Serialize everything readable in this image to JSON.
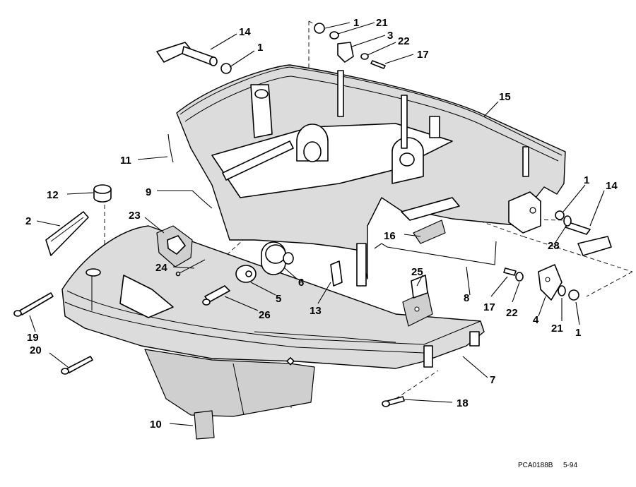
{
  "callouts": [
    {
      "id": "c14a",
      "label": "14"
    },
    {
      "id": "c1a",
      "label": "1"
    },
    {
      "id": "c1b",
      "label": "1"
    },
    {
      "id": "c21a",
      "label": "21"
    },
    {
      "id": "c3",
      "label": "3"
    },
    {
      "id": "c22a",
      "label": "22"
    },
    {
      "id": "c17a",
      "label": "17"
    },
    {
      "id": "c15",
      "label": "15"
    },
    {
      "id": "c11",
      "label": "11"
    },
    {
      "id": "c12",
      "label": "12"
    },
    {
      "id": "c9",
      "label": "9"
    },
    {
      "id": "c2",
      "label": "2"
    },
    {
      "id": "c23",
      "label": "23"
    },
    {
      "id": "c24",
      "label": "24"
    },
    {
      "id": "c1c",
      "label": "1"
    },
    {
      "id": "c14b",
      "label": "14"
    },
    {
      "id": "c28",
      "label": "28"
    },
    {
      "id": "c16",
      "label": "16"
    },
    {
      "id": "c6",
      "label": "6"
    },
    {
      "id": "c5",
      "label": "5"
    },
    {
      "id": "c25",
      "label": "25"
    },
    {
      "id": "c13",
      "label": "13"
    },
    {
      "id": "c8",
      "label": "8"
    },
    {
      "id": "c17b",
      "label": "17"
    },
    {
      "id": "c22b",
      "label": "22"
    },
    {
      "id": "c4",
      "label": "4"
    },
    {
      "id": "c21b",
      "label": "21"
    },
    {
      "id": "c1d",
      "label": "1"
    },
    {
      "id": "c26",
      "label": "26"
    },
    {
      "id": "c19",
      "label": "19"
    },
    {
      "id": "c20",
      "label": "20"
    },
    {
      "id": "c7",
      "label": "7"
    },
    {
      "id": "c18",
      "label": "18"
    },
    {
      "id": "c10",
      "label": "10"
    }
  ],
  "footer": {
    "drawing_code": "PCA0188B",
    "date_code": "5-94"
  }
}
